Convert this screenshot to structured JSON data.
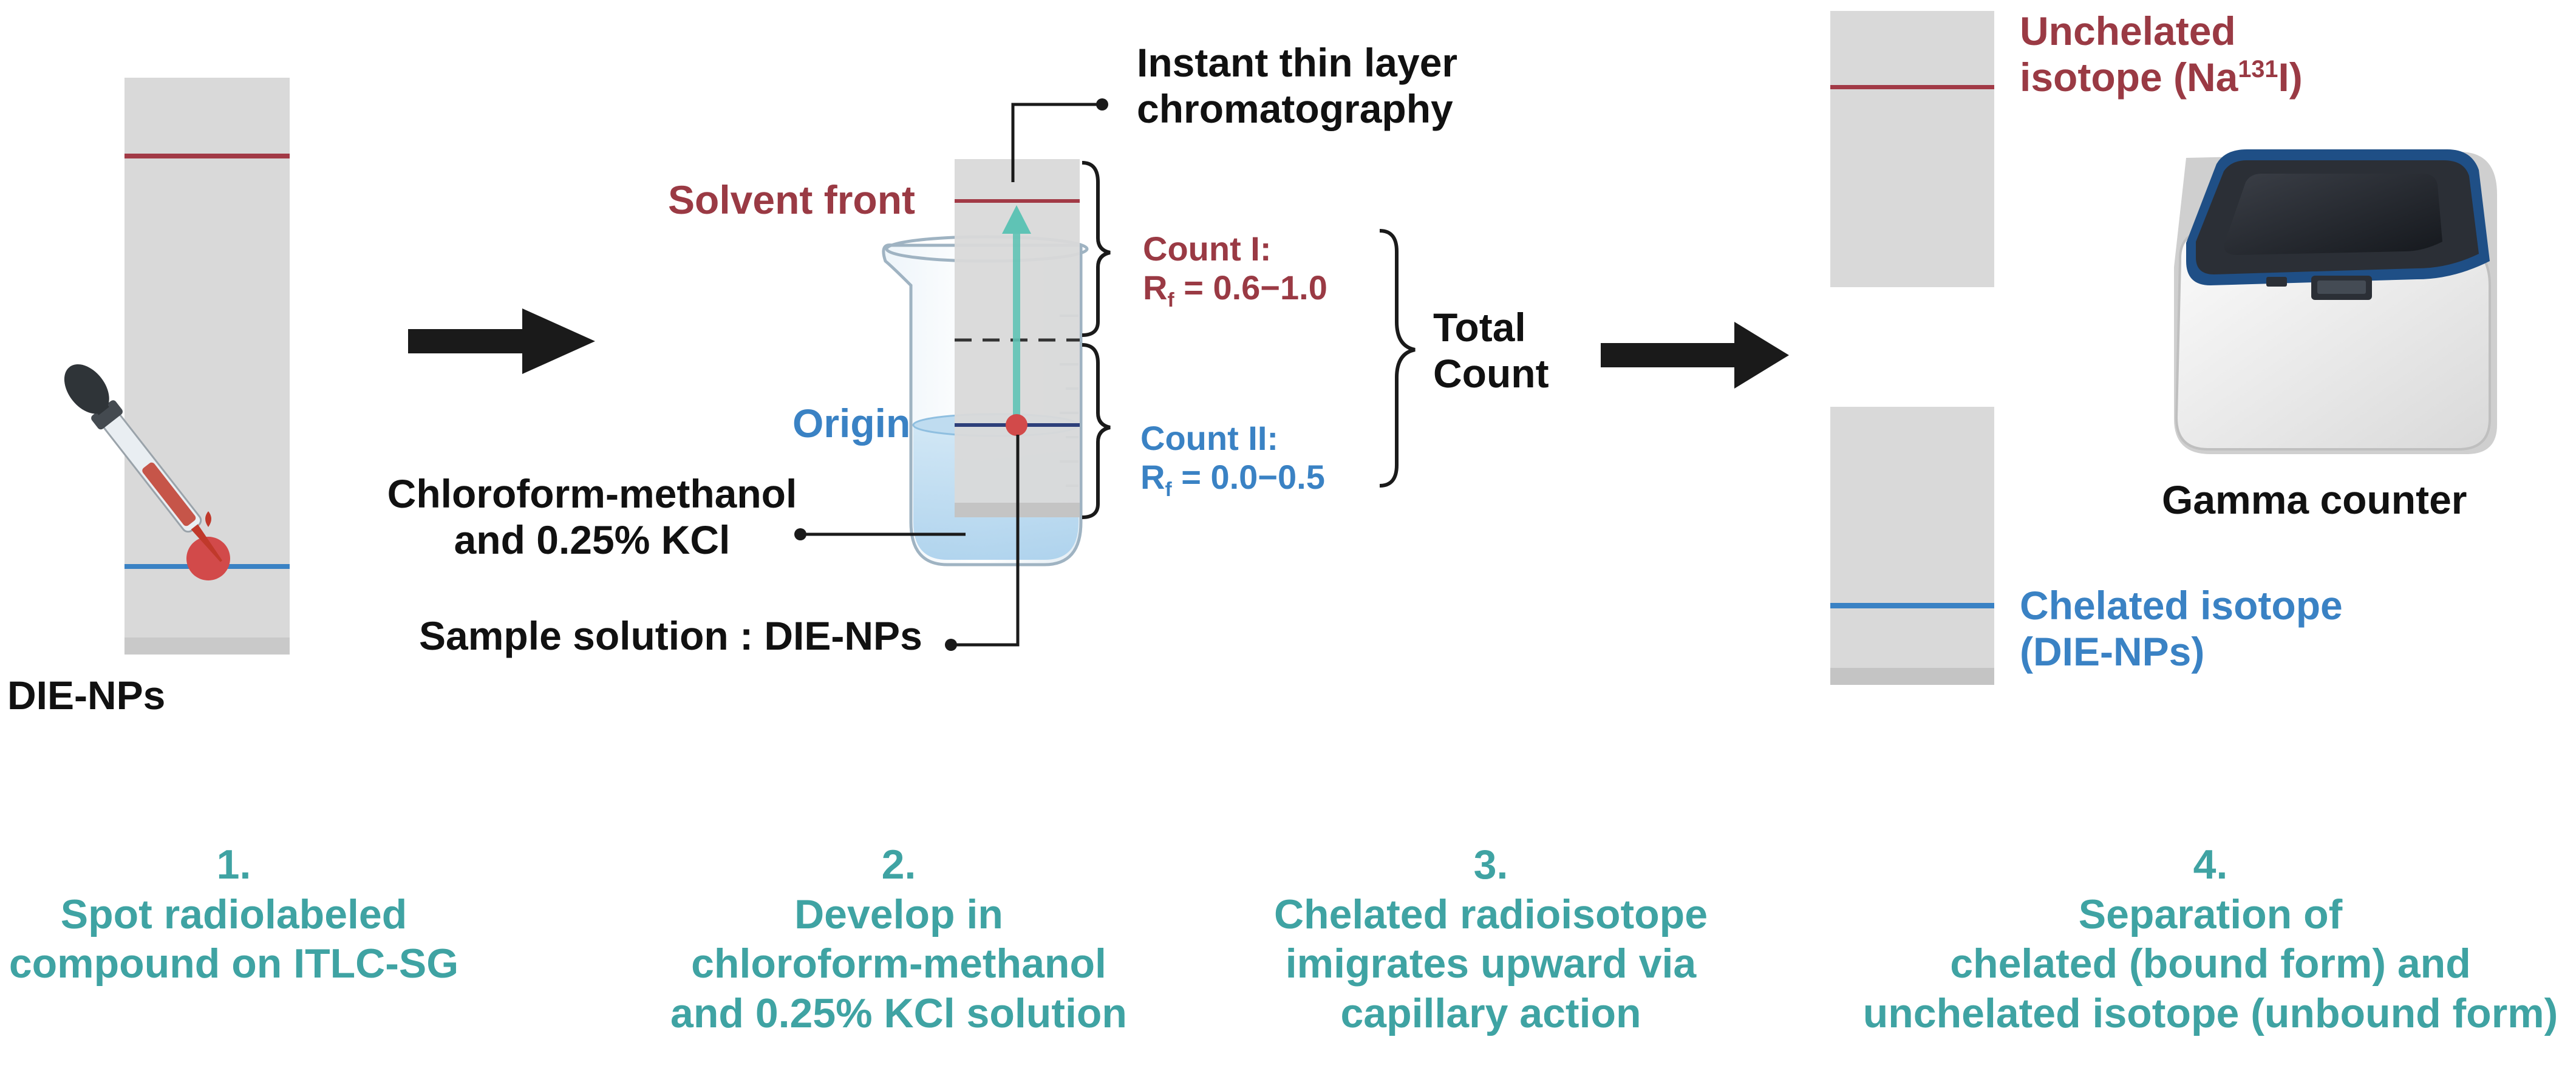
{
  "panel1": {
    "strip_label": "DIE-NPs"
  },
  "panel2": {
    "itlc_label_line1": "Instant thin layer",
    "itlc_label_line2": "chromatography",
    "solvent_front": "Solvent front",
    "origin": "Origin",
    "solvent_line1": "Chloroform-methanol",
    "solvent_line2": "and 0.25% KCl",
    "sample": "Sample solution : DIE-NPs",
    "count1_title": "Count I:",
    "count1_r": "R",
    "count1_sub": "f",
    "count1_value": " = 0.6−1.0",
    "count2_title": "Count II:",
    "count2_r": "R",
    "count2_sub": "f",
    "count2_value": " = 0.0−0.5",
    "total_line1": "Total",
    "total_line2": "Count"
  },
  "panel4": {
    "unchelated_line1": "Unchelated",
    "unchelated_line2_prefix": "isotope (Na",
    "unchelated_sup": "131",
    "unchelated_line2_suffix": "I)",
    "chelated_line1": "Chelated isotope",
    "chelated_line2": "(DIE-NPs)",
    "device_label": "Gamma counter"
  },
  "steps": [
    {
      "num": "1.",
      "line1": "Spot radiolabeled",
      "line2": "compound on ITLC-SG",
      "line3": ""
    },
    {
      "num": "2.",
      "line1": "Develop in",
      "line2": "chloroform-methanol",
      "line3": "and 0.25% KCl solution"
    },
    {
      "num": "3.",
      "line1": "Chelated radioisotope",
      "line2": "imigrates upward via",
      "line3": "capillary action"
    },
    {
      "num": "4.",
      "line1": "Separation of",
      "line2": "chelated (bound form) and",
      "line3": "unchelated isotope (unbound form)"
    }
  ],
  "colors": {
    "strip": "#d9d9d9",
    "red_line": "#a23a46",
    "blue_line": "#3a82c4",
    "teal_text": "#3fa3a3",
    "arrow": "#1a1a1a"
  },
  "icons": [
    "dropper-icon",
    "beaker-icon",
    "gamma-counter-icon",
    "arrow-right-icon",
    "brace-icon"
  ]
}
